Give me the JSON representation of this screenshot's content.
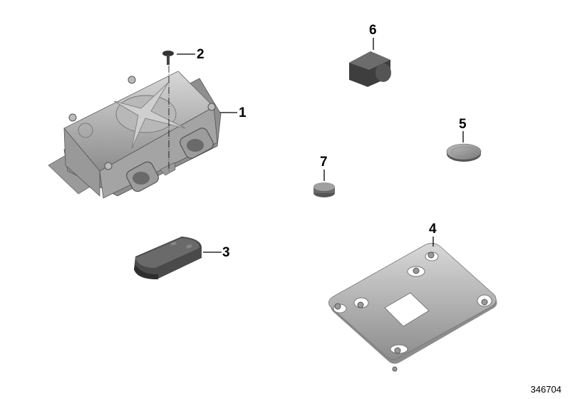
{
  "callouts": [
    {
      "number": "1",
      "part": "control-unit"
    },
    {
      "number": "2",
      "part": "screw"
    },
    {
      "number": "3",
      "part": "key-fob"
    },
    {
      "number": "4",
      "part": "mounting-plate"
    },
    {
      "number": "5",
      "part": "coin-battery"
    },
    {
      "number": "6",
      "part": "rubber-cap-block"
    },
    {
      "number": "7",
      "part": "round-plug"
    }
  ],
  "diagram_id": "346704",
  "colors": {
    "part_fill": "#a9a9a9",
    "part_dark": "#6e6e6e",
    "part_light": "#d2d2d2",
    "leader": "#000000"
  }
}
